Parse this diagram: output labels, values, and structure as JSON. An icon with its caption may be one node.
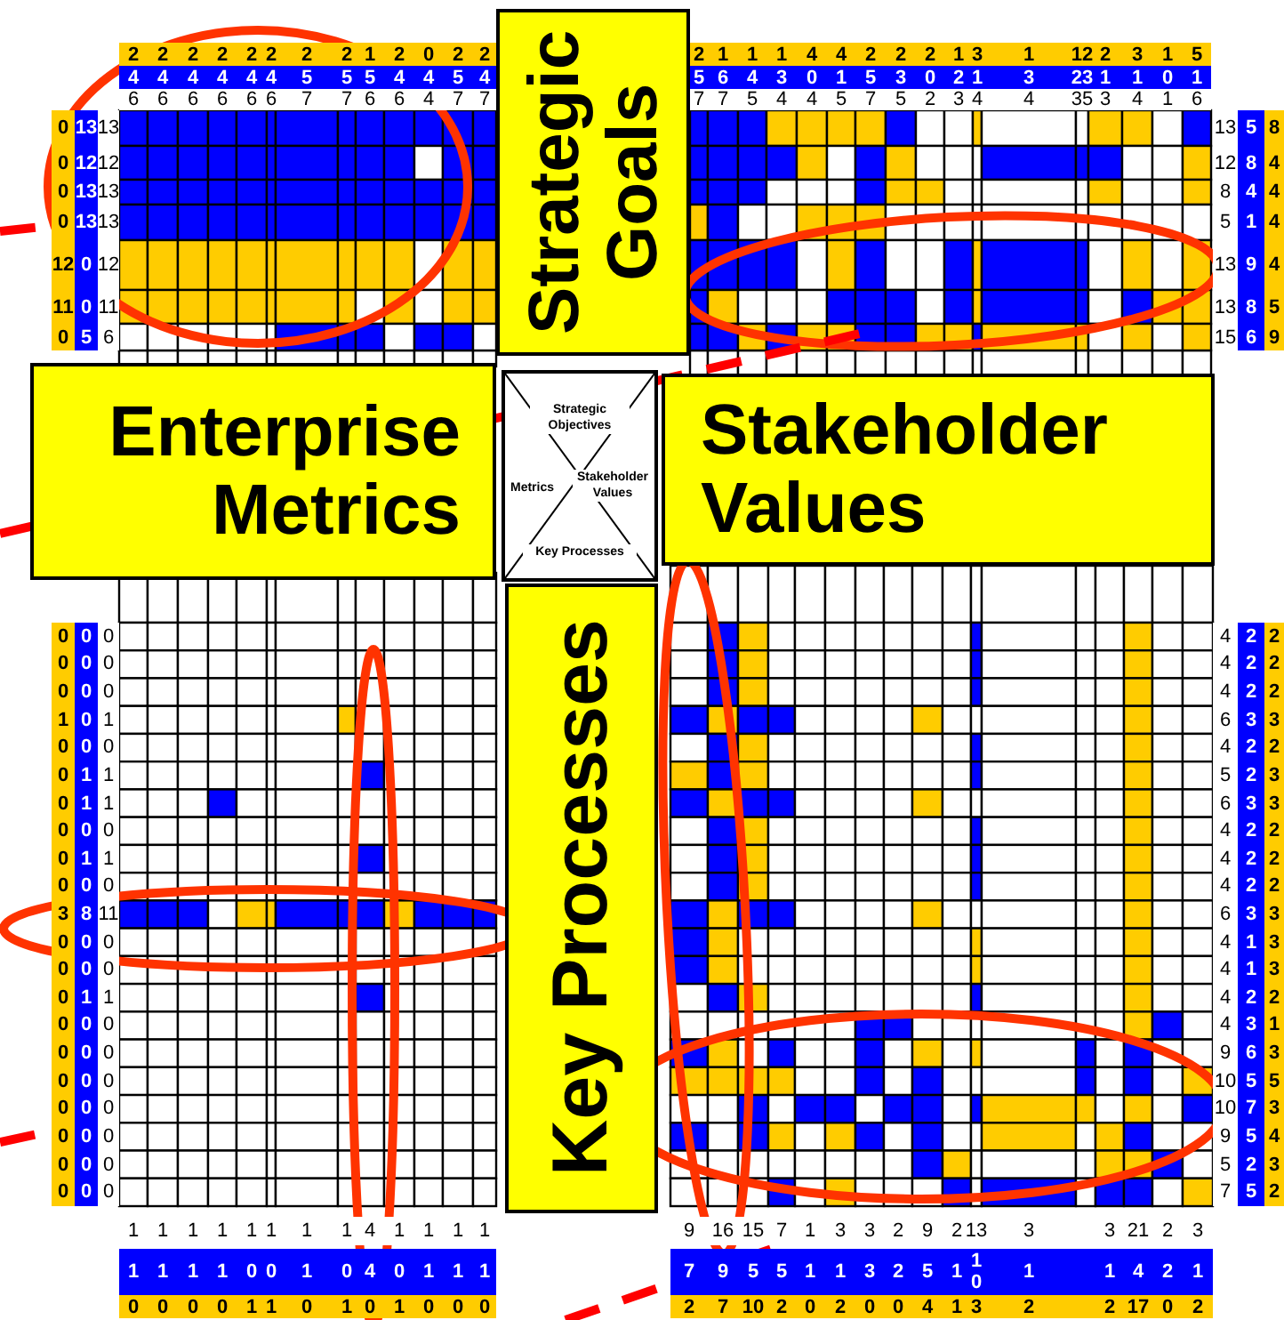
{
  "diagram": {
    "nodes": [
      {
        "text": [
          "Strategic Goals"
        ]
      },
      {
        "text": [
          "Enterprise Metrics"
        ]
      },
      {
        "text": [
          "Strategic Objectives",
          "Metrics",
          "Stakeholder Values",
          "Key Processes"
        ]
      },
      {
        "text": [
          "Stakeholder Values"
        ]
      },
      {
        "text": [
          "Key Processes"
        ]
      }
    ],
    "labels": [
      "2",
      "2",
      "2",
      "2",
      "2",
      "2",
      "2",
      "2",
      "1",
      "2",
      "0",
      "2",
      "2",
      "4",
      "4",
      "4",
      "4",
      "4",
      "4",
      "5",
      "5",
      "5",
      "4",
      "4",
      "5",
      "4",
      "6",
      "6",
      "6",
      "6",
      "6",
      "6",
      "7",
      "7",
      "6",
      "6",
      "4",
      "7",
      "7",
      "2",
      "1",
      "1",
      "1",
      "4",
      "4",
      "2",
      "2",
      "2",
      "1",
      "3",
      "1",
      "12",
      "2",
      "3",
      "1",
      "5",
      "5",
      "6",
      "4",
      "3",
      "0",
      "1",
      "5",
      "3",
      "0",
      "2",
      "1",
      "3",
      "23",
      "1",
      "1",
      "0",
      "1",
      "7",
      "7",
      "5",
      "4",
      "4",
      "5",
      "7",
      "5",
      "2",
      "3",
      "4",
      "4",
      "35",
      "3",
      "4",
      "1",
      "6",
      "0",
      "0",
      "0",
      "0",
      "12",
      "11",
      "0",
      "13",
      "12",
      "13",
      "13",
      "0",
      "0",
      "5",
      "13",
      "12",
      "13",
      "13",
      "12",
      "11",
      "6",
      "13",
      "12",
      "8",
      "5",
      "13",
      "13",
      "15",
      "5",
      "8",
      "4",
      "1",
      "9",
      "8",
      "6",
      "8",
      "4",
      "4",
      "4",
      "4",
      "5",
      "9",
      "0",
      "0",
      "0",
      "1",
      "0",
      "0",
      "0",
      "0",
      "0",
      "0",
      "3",
      "0",
      "0",
      "0",
      "0",
      "0",
      "0",
      "0",
      "0",
      "0",
      "0",
      "0",
      "0",
      "0",
      "0",
      "0",
      "1",
      "1",
      "0",
      "1",
      "0",
      "8",
      "0",
      "0",
      "1",
      "0",
      "0",
      "0",
      "0",
      "0",
      "0",
      "0",
      "0",
      "0",
      "0",
      "1",
      "0",
      "1",
      "1",
      "0",
      "1",
      "0",
      "11",
      "0",
      "0",
      "1",
      "0",
      "0",
      "0",
      "0",
      "0",
      "0",
      "0",
      "4",
      "4",
      "4",
      "6",
      "4",
      "5",
      "6",
      "4",
      "4",
      "4",
      "6",
      "4",
      "4",
      "4",
      "4",
      "9",
      "10",
      "10",
      "9",
      "5",
      "7",
      "2",
      "2",
      "2",
      "3",
      "2",
      "2",
      "3",
      "2",
      "2",
      "2",
      "3",
      "1",
      "1",
      "2",
      "3",
      "6",
      "5",
      "7",
      "5",
      "2",
      "5",
      "2",
      "2",
      "2",
      "3",
      "2",
      "3",
      "3",
      "2",
      "2",
      "2",
      "3",
      "3",
      "3",
      "2",
      "1",
      "3",
      "5",
      "3",
      "4",
      "3",
      "2",
      "1",
      "1",
      "1",
      "1",
      "1",
      "1",
      "1",
      "1",
      "4",
      "1",
      "1",
      "1",
      "1",
      "1",
      "1",
      "1",
      "1",
      "0",
      "0",
      "1",
      "0",
      "4",
      "0",
      "1",
      "1",
      "1",
      "0",
      "0",
      "0",
      "0",
      "1",
      "1",
      "0",
      "1",
      "0",
      "1",
      "0",
      "0",
      "0",
      "9",
      "16",
      "15",
      "7",
      "1",
      "3",
      "3",
      "2",
      "9",
      "2",
      "13",
      "3",
      "3",
      "21",
      "2",
      "3",
      "7",
      "9",
      "5",
      "5",
      "1",
      "1",
      "3",
      "2",
      "5",
      "1",
      "10",
      "1",
      "1",
      "4",
      "2",
      "1",
      "2",
      "7",
      "10",
      "2",
      "0",
      "2",
      "0",
      "0",
      "4",
      "1",
      "3",
      "2",
      "2",
      "17",
      "0",
      "2"
    ]
  }
}
